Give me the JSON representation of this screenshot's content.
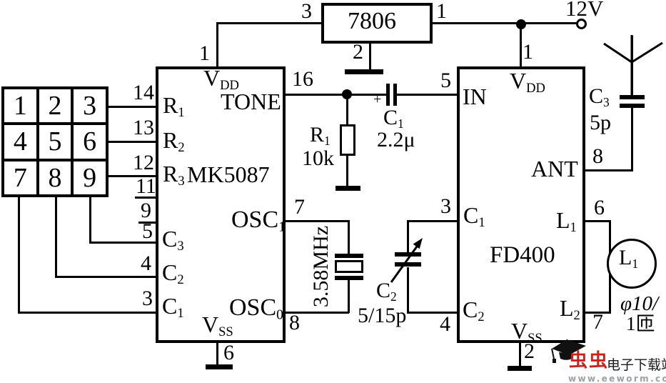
{
  "supply": {
    "voltage_label": "12V"
  },
  "regulator": {
    "name": "7806",
    "pins": {
      "input": "3",
      "output": "1",
      "ground": "2"
    }
  },
  "keypad": {
    "keys": [
      "1",
      "2",
      "3",
      "4",
      "5",
      "6",
      "7",
      "8",
      "9"
    ]
  },
  "mk5087": {
    "name": "MK5087",
    "labels": {
      "vdd": {
        "text": "V",
        "sub": "DD"
      },
      "tone": "TONE",
      "r1": {
        "text": "R",
        "sub": "1"
      },
      "r2": {
        "text": "R",
        "sub": "2"
      },
      "r3": {
        "text": "R",
        "sub": "3"
      },
      "c3": {
        "text": "C",
        "sub": "3"
      },
      "c2": {
        "text": "C",
        "sub": "2"
      },
      "c1": {
        "text": "C",
        "sub": "1"
      },
      "osc1": {
        "text": "OSC",
        "sub": "1"
      },
      "osc0": {
        "text": "OSC",
        "sub": "0"
      },
      "vss": {
        "text": "V",
        "sub": "SS"
      }
    },
    "pins": {
      "vdd": "1",
      "tone": "16",
      "r1": "14",
      "r2": "13",
      "r3": "12",
      "nc11": "11",
      "nc9": "9",
      "c3": "5",
      "c2": "4",
      "c1": "3",
      "osc1": "7",
      "osc0": "8",
      "vss": "6"
    }
  },
  "fd400": {
    "name": "FD400",
    "labels": {
      "in": "IN",
      "vdd": {
        "text": "V",
        "sub": "DD"
      },
      "ant": "ANT",
      "c1": {
        "text": "C",
        "sub": "1"
      },
      "c2": {
        "text": "C",
        "sub": "2"
      },
      "l1": {
        "text": "L",
        "sub": "1"
      },
      "l2": {
        "text": "L",
        "sub": "2"
      },
      "vss": {
        "text": "V",
        "sub": "SS"
      }
    },
    "pins": {
      "vdd": "1",
      "in": "5",
      "c1": "3",
      "c2": "4",
      "ant": "8",
      "l1": "6",
      "l2": "7",
      "vss": "2"
    }
  },
  "components": {
    "r1": {
      "ref": "R",
      "sub": "1",
      "value": "10k"
    },
    "c1": {
      "ref": "C",
      "sub": "1",
      "value": "2.2μ",
      "polarity": "+"
    },
    "c2": {
      "ref": "C",
      "sub": "2",
      "value": "5/15p"
    },
    "c3": {
      "ref": "C",
      "sub": "3",
      "value": "5p"
    },
    "crystal": {
      "value": "3.58MHz"
    },
    "l1": {
      "ref": "L",
      "sub": "1",
      "spec_line1": "φ10/",
      "spec_line2": "1匝"
    }
  },
  "watermark": {
    "brand": "虫虫",
    "site_name": "电子下载站",
    "site_url": "www.eeworm.com",
    "brand_color": "#c8241e",
    "url_color": "#9aa0a6"
  }
}
